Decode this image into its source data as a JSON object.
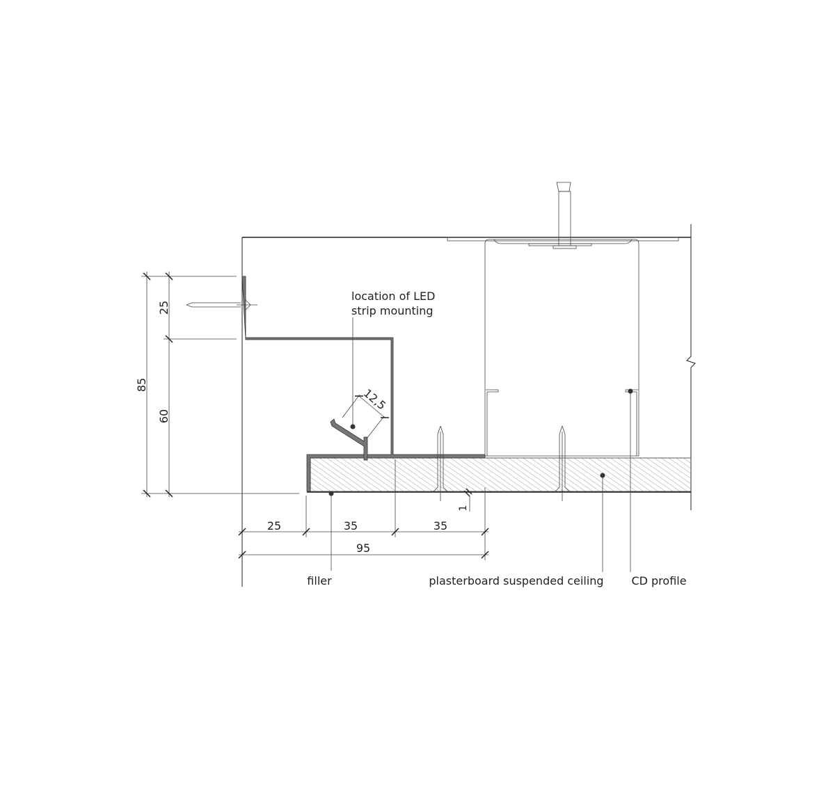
{
  "labels": {
    "led": [
      "location of LED",
      "strip mounting"
    ],
    "filler": "filler",
    "plasterboard": "plasterboard suspended ceiling",
    "cd_profile": "CD profile"
  },
  "dimensions": {
    "vertical_total": "85",
    "vertical_top": "25",
    "vertical_bottom": "60",
    "horizontal_a": "25",
    "horizontal_b": "35",
    "horizontal_c": "35",
    "horizontal_total": "95",
    "led_width": "12,5",
    "gap": "1"
  },
  "colors": {
    "line": "#222222",
    "profile": "#777777"
  }
}
